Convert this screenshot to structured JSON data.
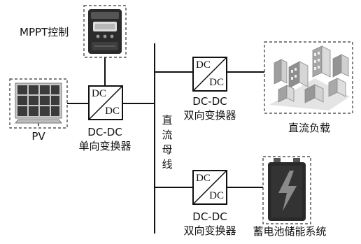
{
  "labels": {
    "mppt": "MPPT控制",
    "pv": "PV",
    "conv_main_line1": "DC-DC",
    "conv_main_line2": "单向变换器",
    "conv_load_line1": "DC-DC",
    "conv_load_line2": "双向变换器",
    "conv_batt_line1": "DC-DC",
    "conv_batt_line2": "双向变换器",
    "dc_load": "直流负载",
    "storage": "蓄电池储能系统",
    "bus_chars": [
      "直",
      "流",
      "母",
      "线"
    ]
  },
  "converter_text": {
    "top": "DC",
    "bottom": "DC"
  },
  "colors": {
    "line": "#111111",
    "dashed_border": "#333333",
    "battery_body": "#2a2a2a",
    "bolt": "#8a8a8a"
  },
  "icons": [
    "mppt-controller-icon",
    "solar-panel-icon",
    "city-buildings-icon",
    "battery-icon",
    "lightning-bolt-icon"
  ]
}
